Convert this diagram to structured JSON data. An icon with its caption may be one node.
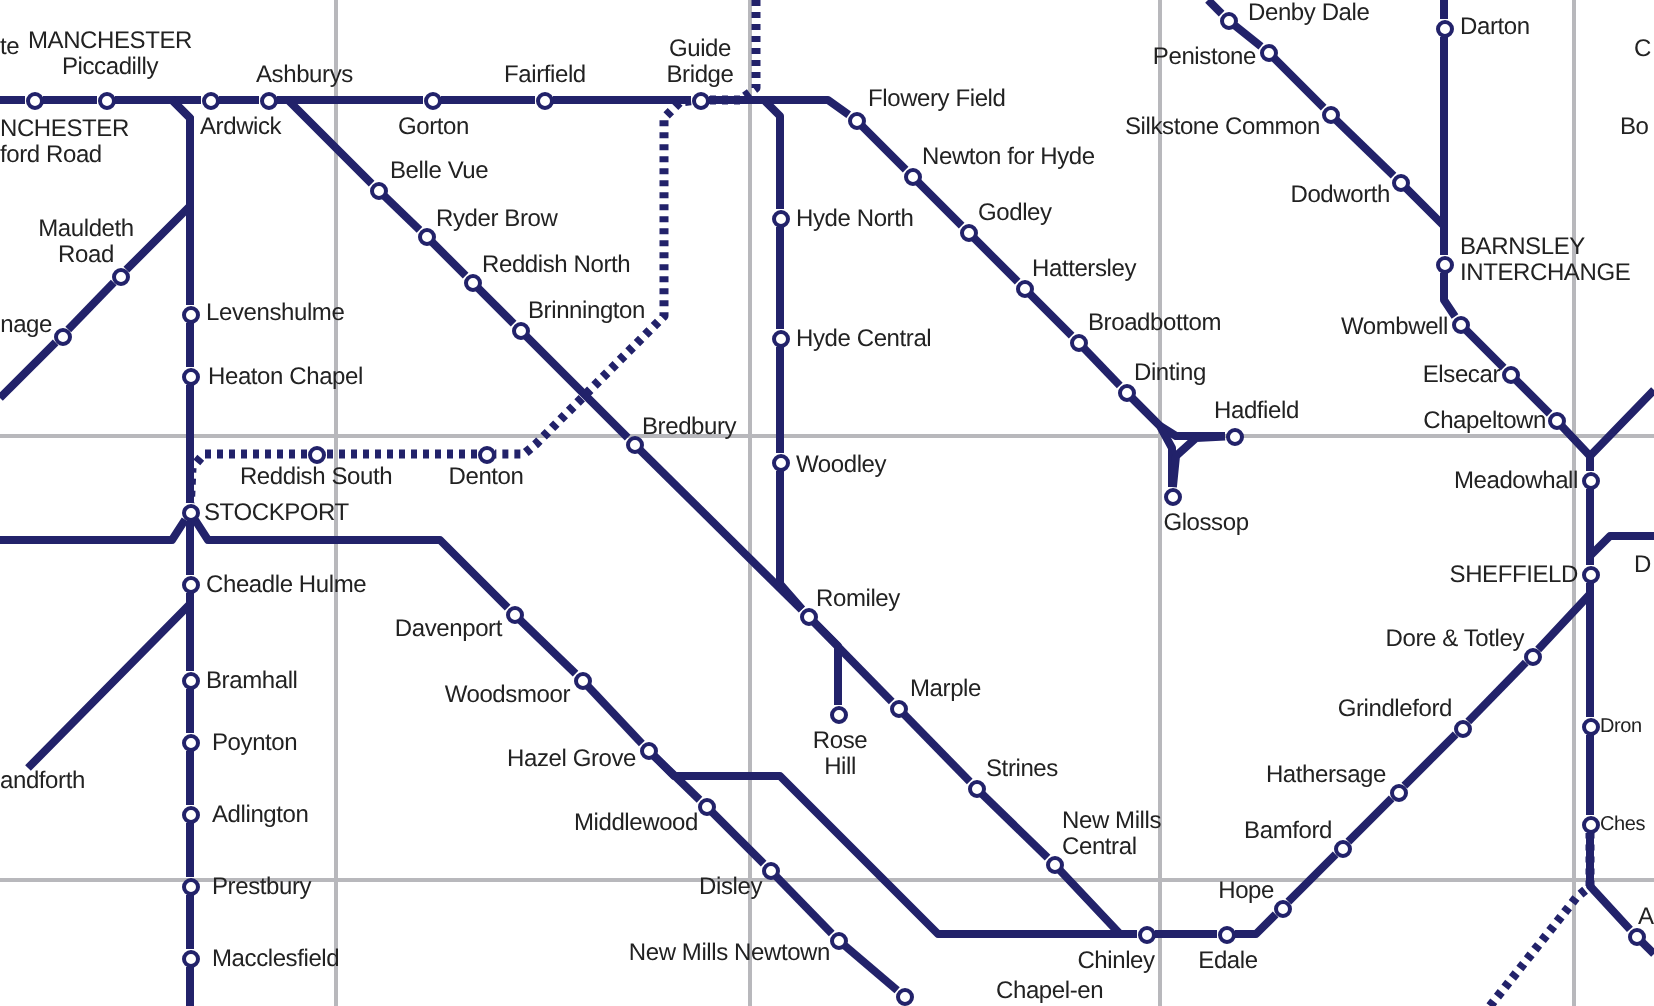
{
  "diagram": {
    "nodes": [
      {
        "text": [],
        "shape": "circle",
        "beside": [
          "Denby Dale"
        ]
      },
      {
        "text": [],
        "shape": "circle",
        "beside": [
          "Darton"
        ]
      },
      {
        "text": [],
        "shape": "circle",
        "beside": [
          "Penistone"
        ]
      },
      {
        "text": [],
        "shape": "circle",
        "beside": [
          "NCHESTER ford Road"
        ]
      },
      {
        "text": [],
        "shape": "circle",
        "beside": [
          "MANCHESTER Piccadilly"
        ]
      },
      {
        "text": [],
        "shape": "circle",
        "beside": [
          "Ardwick"
        ]
      },
      {
        "text": [],
        "shape": "circle",
        "beside": [
          "Ashburys"
        ]
      },
      {
        "text": [],
        "shape": "circle",
        "beside": [
          "Gorton"
        ]
      },
      {
        "text": [],
        "shape": "circle",
        "beside": [
          "Fairfield"
        ]
      },
      {
        "text": [],
        "shape": "circle",
        "beside": [
          "Guide Bridge"
        ]
      },
      {
        "text": [],
        "shape": "circle",
        "beside": [
          "Flowery Field"
        ]
      },
      {
        "text": [],
        "shape": "circle",
        "beside": [
          "Silkstone Common"
        ]
      },
      {
        "text": [],
        "shape": "circle",
        "beside": [
          "Newton for Hyde"
        ]
      },
      {
        "text": [],
        "shape": "circle",
        "beside": [
          "Dodworth"
        ]
      },
      {
        "text": [],
        "shape": "circle",
        "beside": [
          "Belle Vue"
        ]
      },
      {
        "text": [],
        "shape": "circle",
        "beside": [
          "Hyde North"
        ]
      },
      {
        "text": [],
        "shape": "circle",
        "beside": [
          "Mauldeth Road"
        ]
      },
      {
        "text": [],
        "shape": "circle",
        "beside": [
          "Godley"
        ]
      },
      {
        "text": [],
        "shape": "circle",
        "beside": [
          "Ryder Brow"
        ]
      },
      {
        "text": [],
        "shape": "circle",
        "beside": [
          "BARNSLEY INTERCHANGE"
        ]
      },
      {
        "text": [],
        "shape": "circle",
        "beside": [
          "Reddish North"
        ]
      },
      {
        "text": [],
        "shape": "circle",
        "beside": [
          "Hattersley"
        ]
      },
      {
        "text": [],
        "shape": "circle",
        "beside": [
          "Levenshulme"
        ]
      },
      {
        "text": [],
        "shape": "circle",
        "beside": [
          "nage"
        ]
      },
      {
        "text": [],
        "shape": "circle",
        "beside": [
          "Brinnington"
        ]
      },
      {
        "text": [],
        "shape": "circle",
        "beside": [
          "Wombwell"
        ]
      },
      {
        "text": [],
        "shape": "circle",
        "beside": [
          "Hyde Central"
        ]
      },
      {
        "text": [],
        "shape": "circle",
        "beside": [
          "Broadbottom"
        ]
      },
      {
        "text": [],
        "shape": "circle",
        "beside": [
          "Heaton Chapel"
        ]
      },
      {
        "text": [],
        "shape": "circle",
        "beside": [
          "Elsecar"
        ]
      },
      {
        "text": [],
        "shape": "circle",
        "beside": [
          "Dinting"
        ]
      },
      {
        "text": [],
        "shape": "circle",
        "beside": [
          "Chapeltown"
        ]
      },
      {
        "text": [],
        "shape": "circle",
        "beside": [
          "Hadfield"
        ]
      },
      {
        "text": [],
        "shape": "circle",
        "beside": [
          "Bredbury"
        ]
      },
      {
        "text": [],
        "shape": "circle",
        "beside": [
          "Reddish South"
        ]
      },
      {
        "text": [],
        "shape": "circle",
        "beside": [
          "Denton"
        ]
      },
      {
        "text": [],
        "shape": "circle",
        "beside": [
          "Woodley"
        ]
      },
      {
        "text": [],
        "shape": "circle",
        "beside": [
          "Meadowhall"
        ]
      },
      {
        "text": [],
        "shape": "circle",
        "beside": [
          "Glossop"
        ]
      },
      {
        "text": [],
        "shape": "circle",
        "beside": [
          "STOCKPORT"
        ]
      },
      {
        "text": [],
        "shape": "circle",
        "beside": [
          "SHEFFIELD"
        ]
      },
      {
        "text": [],
        "shape": "circle",
        "beside": [
          "Cheadle Hulme"
        ]
      },
      {
        "text": [],
        "shape": "circle",
        "beside": [
          "Romiley"
        ]
      },
      {
        "text": [],
        "shape": "circle",
        "beside": [
          "Davenport"
        ]
      },
      {
        "text": [],
        "shape": "circle",
        "beside": [
          "Dore & Totley"
        ]
      },
      {
        "text": [],
        "shape": "circle",
        "beside": [
          "Bramhall"
        ]
      },
      {
        "text": [],
        "shape": "circle",
        "beside": [
          "Woodsmoor"
        ]
      },
      {
        "text": [],
        "shape": "circle",
        "beside": [
          "Marple"
        ]
      },
      {
        "text": [],
        "shape": "circle",
        "beside": [
          "Rose Hill"
        ]
      },
      {
        "text": [],
        "shape": "circle",
        "beside": [
          "Grindleford"
        ]
      },
      {
        "text": [],
        "shape": "circle",
        "beside": [
          "Dron"
        ]
      },
      {
        "text": [],
        "shape": "circle",
        "beside": [
          "Poynton"
        ]
      },
      {
        "text": [],
        "shape": "circle",
        "beside": [
          "Hazel Grove"
        ]
      },
      {
        "text": [],
        "shape": "circle",
        "beside": [
          "Strines"
        ]
      },
      {
        "text": [],
        "shape": "circle",
        "beside": [
          "Hathersage"
        ]
      },
      {
        "text": [],
        "shape": "circle",
        "beside": [
          "Middlewood"
        ]
      },
      {
        "text": [],
        "shape": "circle",
        "beside": [
          "Adlington"
        ]
      },
      {
        "text": [],
        "shape": "circle",
        "beside": [
          "Ches"
        ]
      },
      {
        "text": [],
        "shape": "circle",
        "beside": [
          "Bamford"
        ]
      },
      {
        "text": [],
        "shape": "circle",
        "beside": [
          "New Mills Central"
        ]
      },
      {
        "text": [],
        "shape": "circle",
        "beside": [
          "Disley"
        ]
      },
      {
        "text": [],
        "shape": "circle",
        "beside": [
          "Prestbury"
        ]
      },
      {
        "text": [],
        "shape": "circle",
        "beside": [
          "Hope"
        ]
      },
      {
        "text": [],
        "shape": "circle",
        "beside": [
          "Chinley"
        ]
      },
      {
        "text": [],
        "shape": "circle",
        "beside": [
          "Edale"
        ]
      },
      {
        "text": [],
        "shape": "circle",
        "beside": [
          "New Mills Newtown"
        ]
      },
      {
        "text": [],
        "shape": "circle",
        "beside": [
          "A"
        ]
      },
      {
        "text": [],
        "shape": "circle",
        "beside": [
          "Macclesfield"
        ]
      },
      {
        "text": [],
        "shape": "circle",
        "beside": [
          "Chapel-en"
        ]
      },
      {
        "text": [
          "andforth"
        ]
      }
    ],
    "edges": [
      {
        "from": null,
        "to": 3,
        "arrow": "none"
      },
      {
        "from": 3,
        "to": 4,
        "arrow": "none"
      },
      {
        "from": 4,
        "to": 5,
        "arrow": "none"
      },
      {
        "from": 5,
        "to": 6,
        "arrow": "none"
      },
      {
        "from": 6,
        "to": 7,
        "arrow": "none"
      },
      {
        "from": 7,
        "to": 8,
        "arrow": "none"
      },
      {
        "from": 8,
        "to": 9,
        "arrow": "none"
      },
      {
        "from": 9,
        "to": 10,
        "arrow": "none"
      },
      {
        "from": 9,
        "to": 15,
        "arrow": "none"
      },
      {
        "from": null,
        "to": 9,
        "arrow": "none",
        "style": "dashed"
      },
      {
        "from": 9,
        "to": 35,
        "arrow": "none",
        "style": "dashed"
      },
      {
        "from": 35,
        "to": 34,
        "arrow": "none",
        "style": "dashed"
      },
      {
        "from": 34,
        "to": 39,
        "arrow": "none",
        "style": "dashed"
      },
      {
        "from": 10,
        "to": 12,
        "arrow": "none"
      },
      {
        "from": 12,
        "to": 17,
        "arrow": "none"
      },
      {
        "from": 17,
        "to": 21,
        "arrow": "none"
      },
      {
        "from": 21,
        "to": 27,
        "arrow": "none"
      },
      {
        "from": 27,
        "to": 30,
        "arrow": "none"
      },
      {
        "from": 30,
        "to": 32,
        "arrow": "none"
      },
      {
        "from": 30,
        "to": 38,
        "arrow": "none"
      },
      {
        "from": 32,
        "to": 38,
        "arrow": "none"
      },
      {
        "from": 6,
        "to": 14,
        "arrow": "none"
      },
      {
        "from": 14,
        "to": 18,
        "arrow": "none"
      },
      {
        "from": 18,
        "to": 20,
        "arrow": "none"
      },
      {
        "from": 20,
        "to": 24,
        "arrow": "none"
      },
      {
        "from": 24,
        "to": 33,
        "arrow": "none"
      },
      {
        "from": 33,
        "to": 42,
        "arrow": "none"
      },
      {
        "from": 15,
        "to": 26,
        "arrow": "none"
      },
      {
        "from": 26,
        "to": 36,
        "arrow": "none"
      },
      {
        "from": 36,
        "to": 42,
        "arrow": "none"
      },
      {
        "from": 42,
        "to": 47,
        "arrow": "none"
      },
      {
        "from": 42,
        "to": 48,
        "arrow": "none"
      },
      {
        "from": 47,
        "to": 53,
        "arrow": "none"
      },
      {
        "from": 53,
        "to": 59,
        "arrow": "none"
      },
      {
        "from": 59,
        "to": 63,
        "arrow": "none"
      },
      {
        "from": 63,
        "to": 64,
        "arrow": "none"
      },
      {
        "from": 64,
        "to": 62,
        "arrow": "none"
      },
      {
        "from": 62,
        "to": 58,
        "arrow": "none"
      },
      {
        "from": 58,
        "to": 54,
        "arrow": "none"
      },
      {
        "from": 54,
        "to": 49,
        "arrow": "none"
      },
      {
        "from": 49,
        "to": 44,
        "arrow": "none"
      },
      {
        "from": 44,
        "to": 40,
        "arrow": "none"
      },
      {
        "from": 4,
        "to": 22,
        "arrow": "none"
      },
      {
        "from": 16,
        "to": 4,
        "arrow": "none"
      },
      {
        "from": null,
        "to": 23,
        "arrow": "none"
      },
      {
        "from": 23,
        "to": 16,
        "arrow": "none"
      },
      {
        "from": 22,
        "to": 28,
        "arrow": "none"
      },
      {
        "from": 28,
        "to": 39,
        "arrow": "none"
      },
      {
        "from": null,
        "to": 39,
        "arrow": "none"
      },
      {
        "from": 39,
        "to": 41,
        "arrow": "none"
      },
      {
        "from": 39,
        "to": 43,
        "arrow": "none"
      },
      {
        "from": 41,
        "to": 69,
        "arrow": "none"
      },
      {
        "from": 41,
        "to": 45,
        "arrow": "none"
      },
      {
        "from": 45,
        "to": 51,
        "arrow": "none"
      },
      {
        "from": 51,
        "to": 56,
        "arrow": "none"
      },
      {
        "from": 56,
        "to": 61,
        "arrow": "none"
      },
      {
        "from": 61,
        "to": 67,
        "arrow": "none"
      },
      {
        "from": 67,
        "to": null,
        "arrow": "none"
      },
      {
        "from": 43,
        "to": 46,
        "arrow": "none"
      },
      {
        "from": 46,
        "to": 52,
        "arrow": "none"
      },
      {
        "from": 52,
        "to": 55,
        "arrow": "none"
      },
      {
        "from": 55,
        "to": 60,
        "arrow": "none"
      },
      {
        "from": 60,
        "to": 65,
        "arrow": "none"
      },
      {
        "from": 65,
        "to": 68,
        "arrow": "none"
      },
      {
        "from": 52,
        "to": 63,
        "arrow": "none"
      },
      {
        "from": null,
        "to": 0,
        "arrow": "none"
      },
      {
        "from": 0,
        "to": 2,
        "arrow": "none"
      },
      {
        "from": 2,
        "to": 11,
        "arrow": "none"
      },
      {
        "from": 11,
        "to": 13,
        "arrow": "none"
      },
      {
        "from": 13,
        "to": 19,
        "arrow": "none"
      },
      {
        "from": null,
        "to": 1,
        "arrow": "none"
      },
      {
        "from": 1,
        "to": 19,
        "arrow": "none"
      },
      {
        "from": 19,
        "to": 25,
        "arrow": "none"
      },
      {
        "from": 25,
        "to": 29,
        "arrow": "none"
      },
      {
        "from": 29,
        "to": 31,
        "arrow": "none"
      },
      {
        "from": 31,
        "to": 37,
        "arrow": "none"
      },
      {
        "from": null,
        "to": 37,
        "arrow": "none"
      },
      {
        "from": 37,
        "to": 40,
        "arrow": "none"
      },
      {
        "from": 37,
        "to": null,
        "arrow": "none"
      },
      {
        "from": 40,
        "to": 50,
        "arrow": "none"
      },
      {
        "from": 50,
        "to": 57,
        "arrow": "none"
      },
      {
        "from": 57,
        "to": 66,
        "arrow": "none"
      },
      {
        "from": 66,
        "to": null,
        "arrow": "none"
      },
      {
        "from": null,
        "to": 57,
        "arrow": "none",
        "style": "dashed"
      }
    ],
    "labels": [
      "te",
      "C",
      "Bo",
      "D"
    ]
  }
}
